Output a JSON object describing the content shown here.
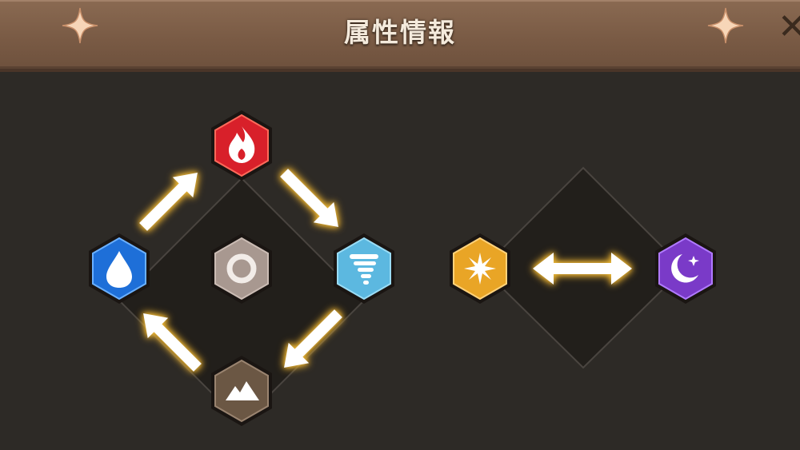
{
  "header": {
    "title": "属性情報"
  },
  "elements": {
    "fire": "fire-element",
    "water": "water-element",
    "wind": "wind-element",
    "earth": "earth-element",
    "neutral": "neutral-element",
    "light": "light-element",
    "dark": "dark-element"
  },
  "colors": {
    "fire": "#d8202a",
    "water": "#1e6fd8",
    "wind": "#5cb8e0",
    "earth": "#6b5744",
    "neutral": "#a89890",
    "light": "#e9a526",
    "dark": "#7a3ac8",
    "arrow": "#ffffff",
    "arrow_glow": "#f0c040"
  }
}
